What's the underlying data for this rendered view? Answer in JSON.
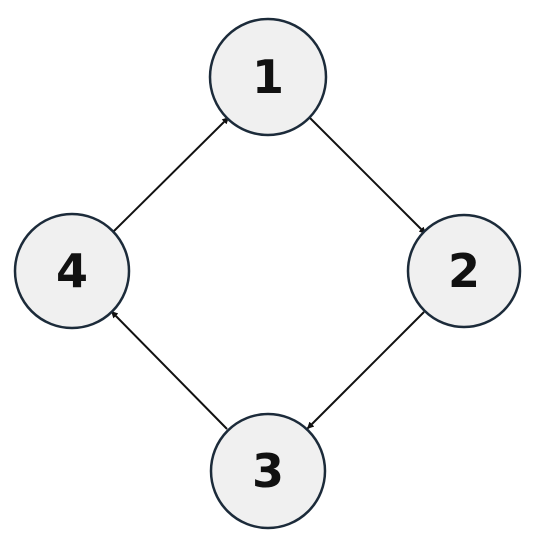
{
  "diagram": {
    "nodes": [
      {
        "id": "1",
        "label": "1"
      },
      {
        "id": "2",
        "label": "2"
      },
      {
        "id": "3",
        "label": "3"
      },
      {
        "id": "4",
        "label": "4"
      }
    ],
    "edges": [
      {
        "from": "1",
        "to": "2",
        "directed": true
      },
      {
        "from": "2",
        "to": "3",
        "directed": true
      },
      {
        "from": "3",
        "to": "4",
        "directed": true
      },
      {
        "from": "4",
        "to": "1",
        "directed": true
      }
    ],
    "colors": {
      "node_fill": "#f0f0f0",
      "node_stroke": "#1c2b3a",
      "edge": "#111111",
      "text": "#111111"
    }
  }
}
